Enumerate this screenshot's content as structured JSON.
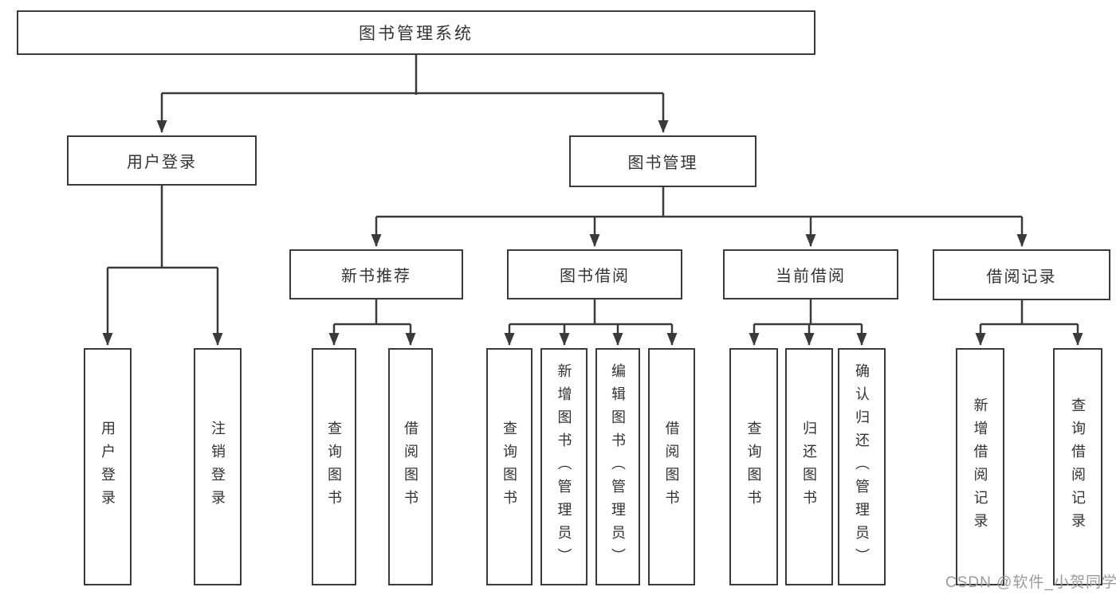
{
  "diagram": {
    "root": "图书管理系统",
    "level2": {
      "user_login": "用户登录",
      "book_mgmt": "图书管理"
    },
    "level3": {
      "new_books": "新书推荐",
      "borrow": "图书借阅",
      "current": "当前借阅",
      "records": "借阅记录"
    },
    "leaves": {
      "login": "用户登录",
      "logout": "注销登录",
      "nb_query": "查询图书",
      "nb_borrow": "借阅图书",
      "bb_query": "查询图书",
      "bb_add": "新增图书（管理员）",
      "bb_edit": "编辑图书（管理员）",
      "bb_borrow": "借阅图书",
      "cb_query": "查询图书",
      "cb_return": "归还图书",
      "cb_confirm": "确认归还（管理员）",
      "br_add": "新增借阅记录",
      "br_query": "查询借阅记录"
    },
    "colors": {
      "line": "#3a3a3a",
      "text": "#333333",
      "watermark": "#9b9b9b",
      "background": "#ffffff"
    },
    "watermark": "CSDN @软件_小贺同学"
  }
}
